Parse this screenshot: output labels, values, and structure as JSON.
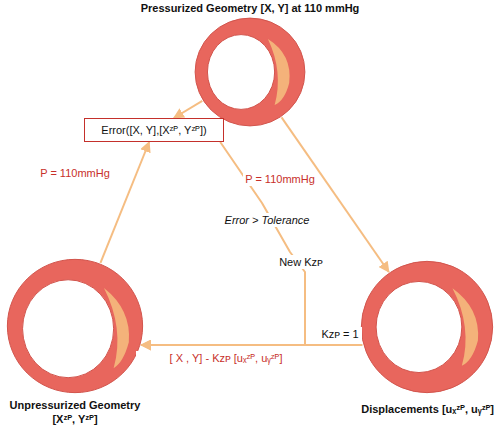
{
  "diagram": {
    "nodes": [
      {
        "text": [
          "Pressurized Geometry [X, Y] at 110 mmHg"
        ]
      },
      {
        "text": [
          "Error([X, Y],[Xᶻᴾ, Yᶻᴾ])"
        ]
      },
      {
        "text": [
          "Unpressurized Geometry [Xᶻᴾ, Yᶻᴾ]"
        ]
      },
      {
        "text": [
          "Displacements [uₓᶻᴾ, uᵧᶻᴾ]"
        ]
      }
    ],
    "edges": [
      {
        "from": 0,
        "to": 1,
        "arrow": "to"
      },
      {
        "from": 0,
        "to": 3,
        "label": "P = 110mmHg",
        "arrow": "to"
      },
      {
        "from": 2,
        "to": 1,
        "label": "P = 110mmHg",
        "arrow": "to"
      },
      {
        "from": 1,
        "to": 2,
        "label": "Error > Tolerance",
        "arrow": "to"
      },
      {
        "from": 3,
        "to": 2,
        "label": "[ X , Y] - Kᴢᴘ [uₓᶻᴾ, uᵧᶻᴾ]",
        "arrow": "to"
      }
    ],
    "labels": [
      "New Kᴢᴘ",
      "Kᴢᴘ = 1"
    ]
  }
}
